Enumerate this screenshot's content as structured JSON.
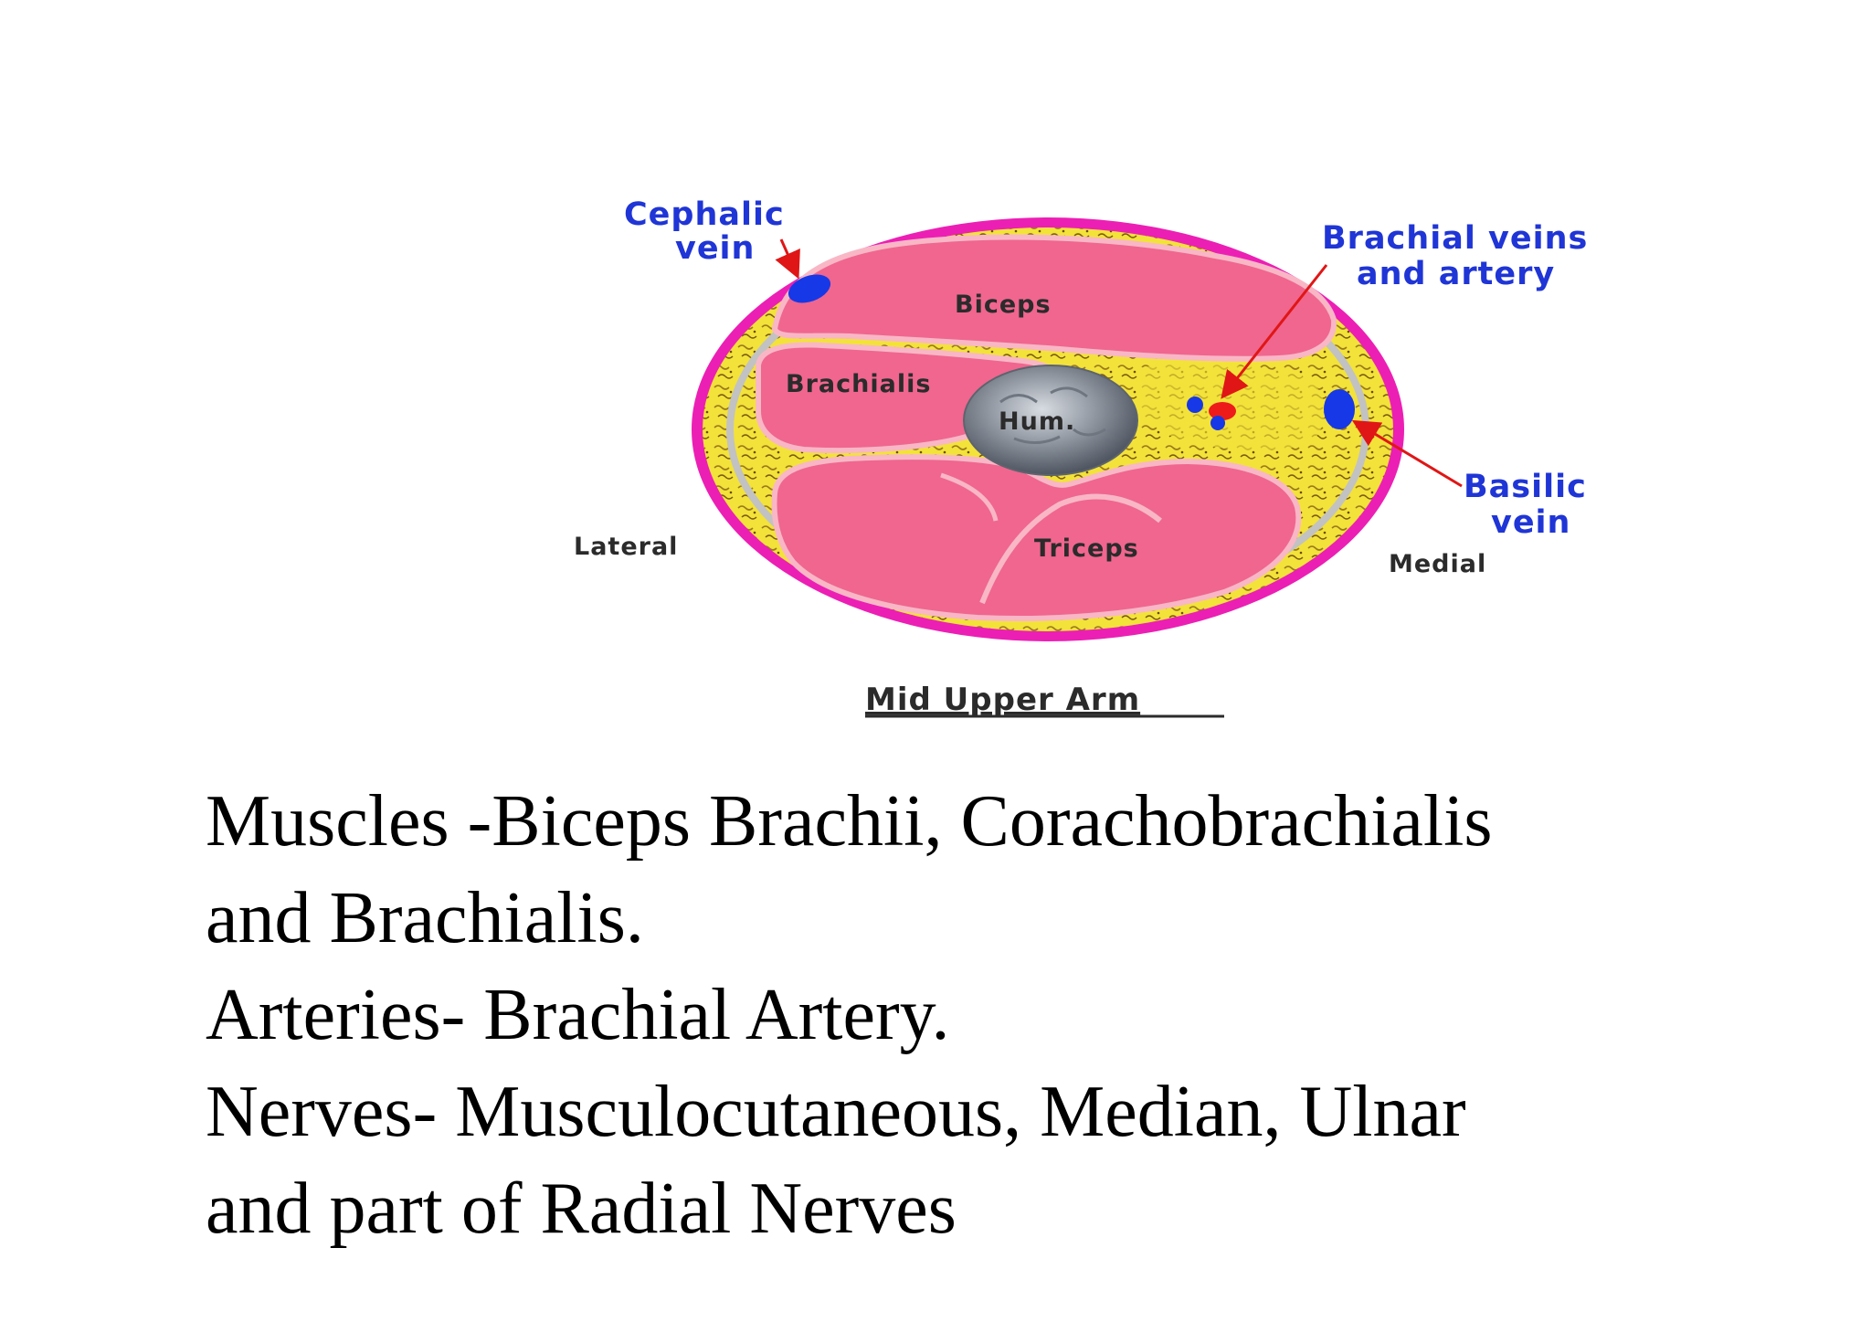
{
  "diagram": {
    "labels": {
      "cephalic_vein_line1": "Cephalic",
      "cephalic_vein_line2": "vein",
      "brachial_line1": "Brachial veins",
      "brachial_line2": "and artery",
      "basilic_line1": "Basilic",
      "basilic_line2": "vein",
      "lateral": "Lateral",
      "medial": "Medial",
      "biceps": "Biceps",
      "brachialis": "Brachialis",
      "humerus": "Hum.",
      "triceps": "Triceps"
    },
    "caption": "Mid Upper Arm",
    "colors": {
      "skin_ring": "#ec1fb4",
      "fat": "#f3e23a",
      "muscle": "#f0668f",
      "fascia": "#bdbdbd",
      "vein": "#1738e6",
      "artery": "#ee1b1b",
      "bone": "#8b929c",
      "label_blue": "#1f35d6",
      "arrow": "#e01616"
    }
  },
  "text": {
    "line1": "Muscles -Biceps Brachii, Corachobrachialis",
    "line2": "and Brachialis.",
    "line3": "Arteries- Brachial Artery.",
    "line4": "Nerves- Musculocutaneous, Median, Ulnar",
    "line5": "and part of Radial Nerves"
  }
}
